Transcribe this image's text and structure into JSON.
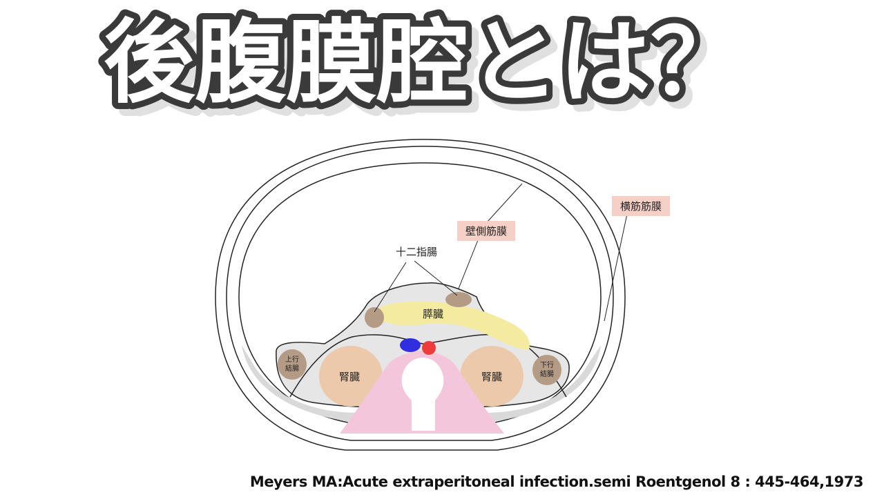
{
  "title": "後腹膜腔とは？",
  "labels": {
    "transversalis_fascia": "横筋筋膜",
    "parietal_fascia": "壁側筋膜",
    "duodenum": "十二指腸",
    "pancreas": "膵臓",
    "kidney_left": "腎臓",
    "kidney_right": "腎臓",
    "ascending_colon_line1": "上行",
    "ascending_colon_line2": "結腸",
    "descending_colon_line1": "下行",
    "descending_colon_line2": "結腸"
  },
  "citation": "Meyers MA:Acute extraperitoneal infection.semi Roentgenol 8 : 445-464,1973",
  "colors": {
    "label_box": "#f6cfc6",
    "pancreas": "#f4eba0",
    "kidney": "#ecc9ab",
    "colon": "#b49b86",
    "spine": "#f4c6dc",
    "vein": "#2f2fe0",
    "artery": "#ee3c3c",
    "retro_fill": "#d9d9d9",
    "title_text": "#ffffff",
    "title_stroke": "#3a3a3a"
  }
}
